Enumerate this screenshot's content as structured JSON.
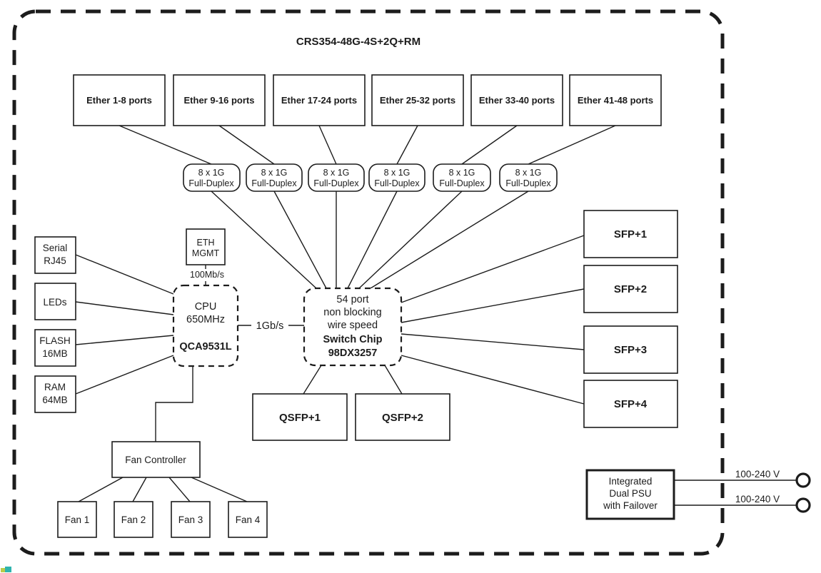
{
  "title": "CRS354-48G-4S+2Q+RM",
  "colors": {
    "ink": "#1c1c1c",
    "background": "#ffffff",
    "artifact_green": "#b9cc4a",
    "artifact_teal": "#2fb4ae"
  },
  "ether_groups": [
    {
      "label": "Ether 1-8 ports"
    },
    {
      "label": "Ether 9-16 ports"
    },
    {
      "label": "Ether 17-24 ports"
    },
    {
      "label": "Ether 25-32 ports"
    },
    {
      "label": "Ether 33-40 ports"
    },
    {
      "label": "Ether 41-48 ports"
    }
  ],
  "phy_links": [
    {
      "line1": "8 x 1G",
      "line2": "Full-Duplex"
    },
    {
      "line1": "8 x 1G",
      "line2": "Full-Duplex"
    },
    {
      "line1": "8 x 1G",
      "line2": "Full-Duplex"
    },
    {
      "line1": "8 x 1G",
      "line2": "Full-Duplex"
    },
    {
      "line1": "8 x 1G",
      "line2": "Full-Duplex"
    },
    {
      "line1": "8 x 1G",
      "line2": "Full-Duplex"
    }
  ],
  "mgmt_port": {
    "line1": "ETH",
    "line2": "MGMT",
    "link_speed": "100Mb/s"
  },
  "cpu": {
    "line1": "CPU",
    "line2": "650MHz",
    "model": "QCA9531L"
  },
  "cpu_switch_link_speed": "1Gb/s",
  "peripherals": [
    {
      "line1": "Serial",
      "line2": "RJ45"
    },
    {
      "line1": "LEDs",
      "line2": ""
    },
    {
      "line1": "FLASH",
      "line2": "16MB"
    },
    {
      "line1": "RAM",
      "line2": "64MB"
    }
  ],
  "switch_chip": {
    "line1": "54 port",
    "line2": "non blocking",
    "line3": "wire speed",
    "line4": "Switch Chip",
    "line5": "98DX3257"
  },
  "sfp_ports": [
    {
      "label": "SFP+1"
    },
    {
      "label": "SFP+2"
    },
    {
      "label": "SFP+3"
    },
    {
      "label": "SFP+4"
    }
  ],
  "qsfp_ports": [
    {
      "label": "QSFP+1"
    },
    {
      "label": "QSFP+2"
    }
  ],
  "fan_controller": {
    "label": "Fan Controller"
  },
  "fans": [
    {
      "label": "Fan 1"
    },
    {
      "label": "Fan 2"
    },
    {
      "label": "Fan 3"
    },
    {
      "label": "Fan 4"
    }
  ],
  "psu": {
    "line1": "Integrated",
    "line2": "Dual PSU",
    "line3": "with Failover"
  },
  "power_inputs": [
    {
      "label": "100-240 V"
    },
    {
      "label": "100-240 V"
    }
  ]
}
